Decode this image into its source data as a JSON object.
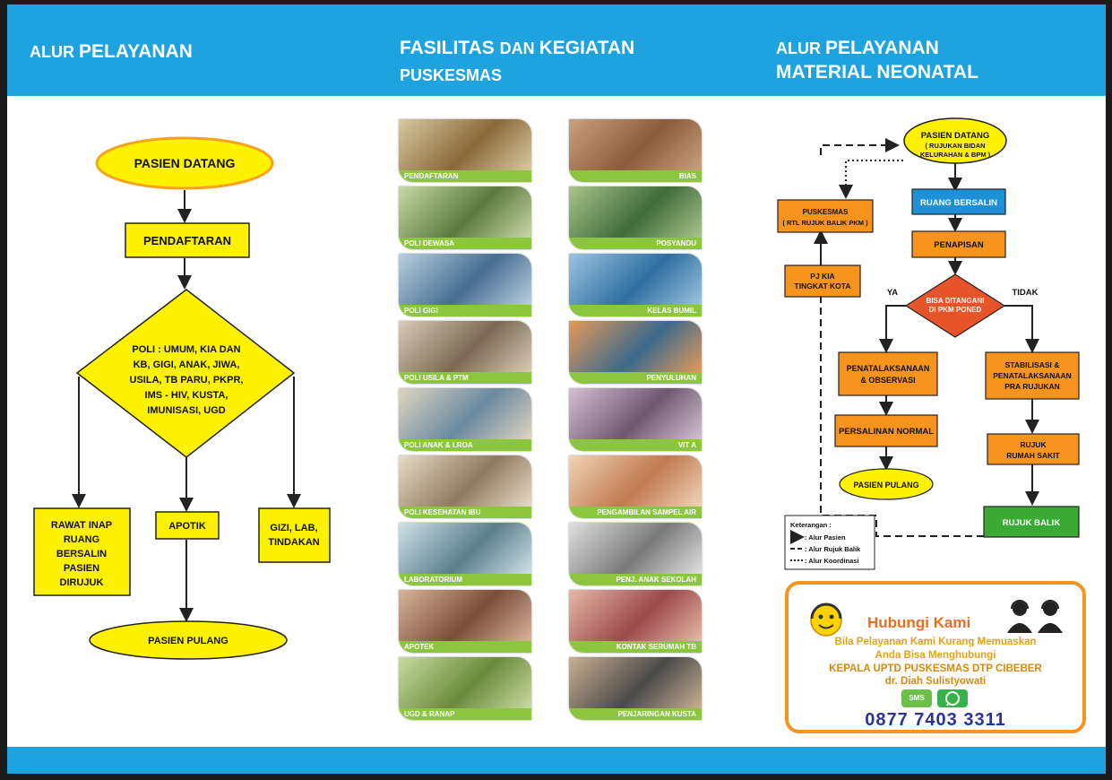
{
  "left": {
    "title_light": "ALUR ",
    "title_bold": "PELAYANAN",
    "nodes": {
      "start": "PASIEN DATANG",
      "register": "PENDAFTARAN",
      "poli": [
        "POLI : UMUM, KIA DAN",
        "KB, GIGI, ANAK, JIWA,",
        "USILA, TB PARU, PKPR,",
        "IMS - HIV, KUSTA,",
        "IMUNISASI, UGD"
      ],
      "inpatient": [
        "RAWAT INAP",
        "RUANG",
        "BERSALIN",
        "PASIEN",
        "DIRUJUK"
      ],
      "pharmacy": "APOTIK",
      "nutrition": [
        "GIZI, LAB,",
        "TINDAKAN"
      ],
      "end": "PASIEN PULANG"
    }
  },
  "middle": {
    "title_bold1": "FASILITAS ",
    "title_light": "DAN ",
    "title_bold2": "KEGIATAN",
    "subtitle": "PUSKESMAS",
    "left_photos": [
      "PENDAFTARAN",
      "POLI DEWASA",
      "POLI GIGI",
      "POLI USILA & PTM",
      "POLI ANAK & LROA",
      "POLI KESEHATAN IBU",
      "LABORATORIUM",
      "APOTEK",
      "UGD & RANAP"
    ],
    "right_photos": [
      "BIAS",
      "POSYANDU",
      "KELAS BUMIL",
      "PENYULUHAN",
      "VIT A",
      "PENGAMBILAN SAMPEL AIR",
      "PENJ. ANAK SEKOLAH",
      "KONTAK SERUMAH TB",
      "PENJARINGAN KUSTA"
    ]
  },
  "right": {
    "title_light": "ALUR ",
    "title_bold": "PELAYANAN",
    "title_line2": "MATERIAL NEONATAL",
    "nodes": {
      "start": [
        "PASIEN DATANG",
        "( RUJUKAN BIDAN",
        "KELURAHAN & BPM )"
      ],
      "puskesmas": [
        "PUSKESMAS",
        "( RTL RUJUK BALIK PKM )"
      ],
      "ruang_bersalin": "RUANG BERSALIN",
      "penapisan": "PENAPISAN",
      "pj_kia": [
        "PJ KIA",
        "TINGKAT KOTA"
      ],
      "decision": [
        "BISA DITANGANI",
        "DI PKM PONED"
      ],
      "yes": "YA",
      "no": "TIDAK",
      "observasi": [
        "PENATALAKSANAAN",
        "& OBSERVASI"
      ],
      "stabilisasi": [
        "STABILISASI &",
        "PENATALAKSANAAN",
        "PRA RUJUKAN"
      ],
      "persalinan": "PERSALINAN NORMAL",
      "rujuk_rs": [
        "RUJUK",
        "RUMAH SAKIT"
      ],
      "pulang": "PASIEN PULANG",
      "rujuk_balik": "RUJUK BALIK"
    },
    "legend": {
      "title": "Keterangan :",
      "items": [
        ": Alur Pasien",
        ": Alur Rujuk Balik",
        ": Alur Koordinasi"
      ]
    },
    "contact": {
      "title": "Hubungi Kami",
      "line1": "Bila Pelayanan Kami Kurang Memuaskan",
      "line2": "Anda Bisa Menghubungi",
      "line3": "KEPALA UPTD PUSKESMAS DTP CIBEBER",
      "line4": "dr. Diah Sulistyowati",
      "sms": "SMS",
      "phone": "0877 7403 3311"
    }
  },
  "colors": {
    "band": "#1fa3df",
    "yellow": "#fff200",
    "orange": "#f7941d",
    "blue_box": "#1f8fd6",
    "green_box": "#3aaa35",
    "caption": "#8cc63f",
    "decision_red": "#e8542a"
  }
}
